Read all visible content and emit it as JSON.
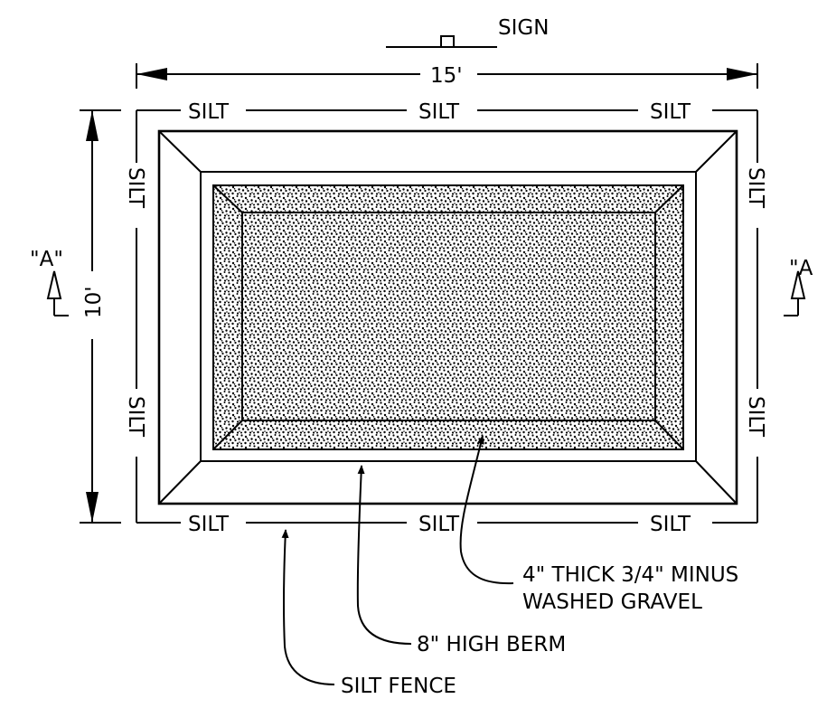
{
  "labels": {
    "sign": "SIGN",
    "width": "15'",
    "height": "10'",
    "silt": "SILT",
    "section_left": "\"A\"",
    "section_right": "\"A",
    "gravel_line1": "4\" THICK 3/4\" MINUS",
    "gravel_line2": "WASHED GRAVEL",
    "berm": "8\" HIGH BERM",
    "silt_fence": "SILT FENCE"
  },
  "colors": {
    "ink": "#000000",
    "background": "#ffffff"
  }
}
